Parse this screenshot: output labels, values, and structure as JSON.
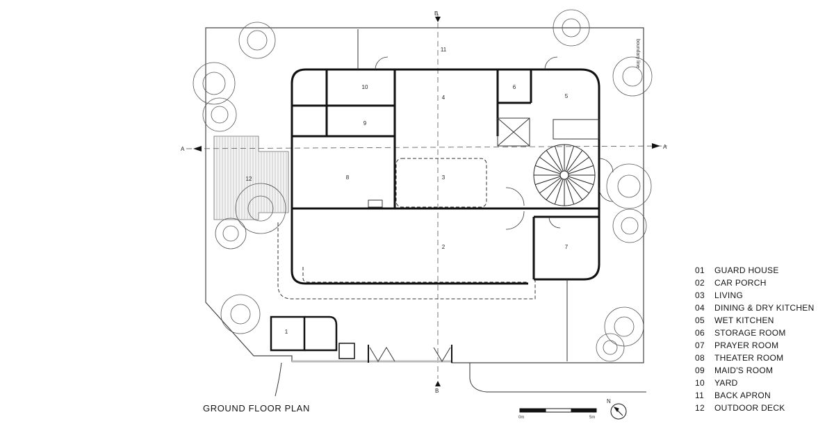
{
  "plan_title": "GROUND FLOOR PLAN",
  "boundary_label": "boundary line",
  "section_marks": {
    "a_left": "A",
    "a_right": "A",
    "b_top": "B",
    "b_bottom": "B"
  },
  "north_label": "N",
  "scale": {
    "start": "0m",
    "end": "5m"
  },
  "room_numbers": {
    "r1": "1",
    "r2": "2",
    "r3": "3",
    "r4": "4",
    "r5": "5",
    "r6": "6",
    "r7": "7",
    "r8": "8",
    "r9": "9",
    "r10": "10",
    "r11": "11",
    "r12": "12"
  },
  "legend": [
    {
      "num": "01",
      "name": "GUARD HOUSE"
    },
    {
      "num": "02",
      "name": "CAR PORCH"
    },
    {
      "num": "03",
      "name": "LIVING"
    },
    {
      "num": "04",
      "name": "DINING & DRY KITCHEN"
    },
    {
      "num": "05",
      "name": "WET KITCHEN"
    },
    {
      "num": "06",
      "name": "STORAGE ROOM"
    },
    {
      "num": "07",
      "name": "PRAYER ROOM"
    },
    {
      "num": "08",
      "name": "THEATER ROOM"
    },
    {
      "num": "09",
      "name": "MAID'S ROOM"
    },
    {
      "num": "10",
      "name": "YARD"
    },
    {
      "num": "11",
      "name": "BACK APRON"
    },
    {
      "num": "12",
      "name": "OUTDOOR DECK"
    }
  ]
}
